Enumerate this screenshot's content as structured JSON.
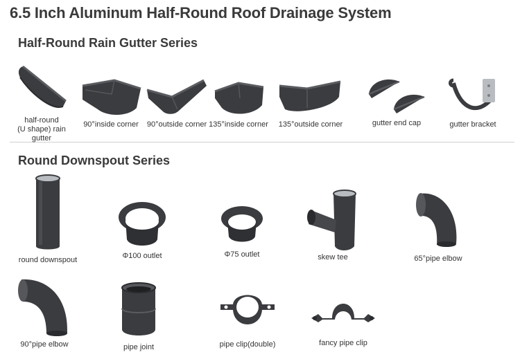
{
  "title": "6.5 Inch Aluminum Half-Round Roof Drainage System",
  "gutter_series": {
    "heading": "Half-Round Rain Gutter Series",
    "items": [
      {
        "label": "half-round\n(U shape) rain gutter"
      },
      {
        "label": "90°inside corner"
      },
      {
        "label": "90°outside corner"
      },
      {
        "label": "135°inside corner"
      },
      {
        "label": "135°outside corner"
      },
      {
        "label": "gutter end cap"
      },
      {
        "label": "gutter bracket"
      }
    ]
  },
  "downspout_series": {
    "heading": "Round Downspout Series",
    "items": [
      {
        "label": "round downspout"
      },
      {
        "label": "Φ100 outlet"
      },
      {
        "label": "Φ75 outlet"
      },
      {
        "label": "skew tee"
      },
      {
        "label": "65°pipe elbow"
      },
      {
        "label": "90°pipe elbow"
      },
      {
        "label": "pipe joint"
      },
      {
        "label": "pipe clip(double)"
      },
      {
        "label": "fancy pipe clip"
      }
    ]
  },
  "colors": {
    "product": "#3b3c3f",
    "product_light": "#5a5c60",
    "metal": "#b9bcc0"
  }
}
